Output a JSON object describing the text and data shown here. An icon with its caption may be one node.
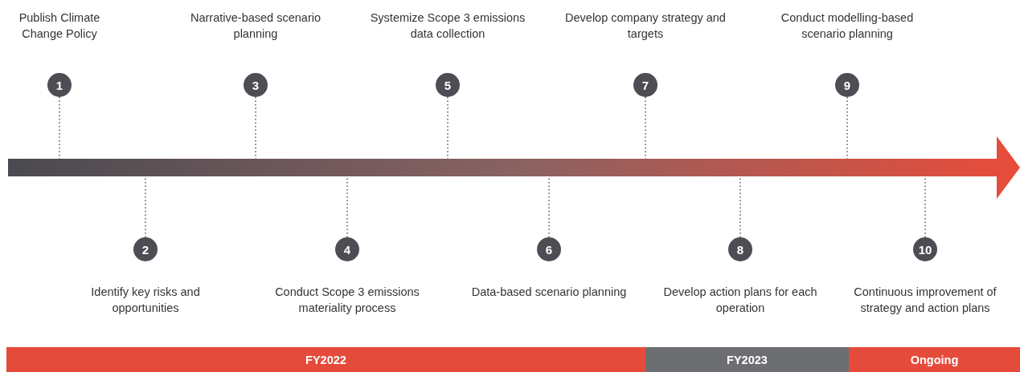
{
  "diagram": {
    "nodes": [
      {
        "text": [
          "1"
        ],
        "beside": [
          "Publish Climate Change Policy"
        ]
      },
      {
        "text": [
          "2"
        ],
        "beside": [
          "Identify key risks and opportunities"
        ]
      },
      {
        "text": [
          "3"
        ],
        "beside": [
          "Narrative-based scenario planning"
        ]
      },
      {
        "text": [
          "4"
        ],
        "beside": [
          "Conduct Scope 3 emissions materiality process"
        ]
      },
      {
        "text": [
          "5"
        ],
        "beside": [
          "Systemize Scope 3 emissions data collection"
        ]
      },
      {
        "text": [
          "6"
        ],
        "beside": [
          "Data-based scenario planning"
        ]
      },
      {
        "text": [
          "7"
        ],
        "beside": [
          "Develop company strategy and targets"
        ]
      },
      {
        "text": [
          "8"
        ],
        "beside": [
          "Develop action plans for each operation"
        ]
      },
      {
        "text": [
          "9"
        ],
        "beside": [
          "Conduct modelling-based scenario planning"
        ]
      },
      {
        "text": [
          "10"
        ],
        "beside": [
          "Continuous improvement of strategy and action plans"
        ]
      },
      {
        "text": [],
        "shape": "bar"
      },
      {
        "text": [
          "FY2022"
        ]
      },
      {
        "text": [
          "FY2023"
        ]
      },
      {
        "text": [
          "Ongoing"
        ]
      }
    ],
    "edges": [
      {
        "from": 0,
        "to": 10,
        "arrow": "none",
        "style": "dashed"
      },
      {
        "from": 1,
        "to": 10,
        "arrow": "none",
        "style": "dashed"
      },
      {
        "from": 2,
        "to": 10,
        "arrow": "none",
        "style": "dashed"
      },
      {
        "from": 3,
        "to": 10,
        "arrow": "none",
        "style": "dashed"
      },
      {
        "from": 4,
        "to": 10,
        "arrow": "none",
        "style": "dashed"
      },
      {
        "from": 5,
        "to": 10,
        "arrow": "none",
        "style": "dashed"
      },
      {
        "from": 6,
        "to": 10,
        "arrow": "none",
        "style": "dashed"
      },
      {
        "from": 7,
        "to": 10,
        "arrow": "none",
        "style": "dashed"
      },
      {
        "from": 8,
        "to": 10,
        "arrow": "none",
        "style": "dashed"
      },
      {
        "from": 9,
        "to": 10,
        "arrow": "none",
        "style": "dashed"
      }
    ]
  }
}
